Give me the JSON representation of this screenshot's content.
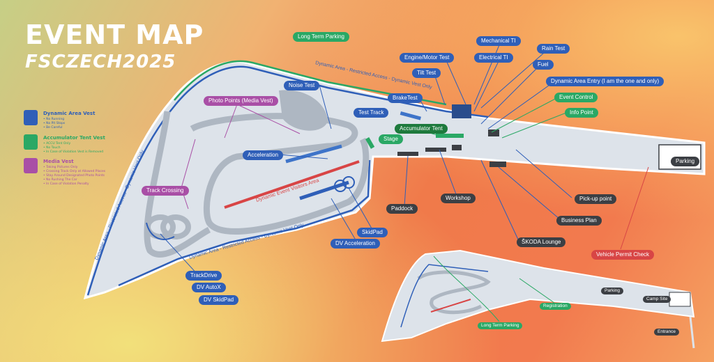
{
  "header": {
    "title": "EVENT MAP",
    "subtitle": "FSCZECH2025"
  },
  "legend": [
    {
      "title": "Dynamic Area Vest",
      "color": "#2f5fb8",
      "lines": [
        "• No Running",
        "• No Pit Stops",
        "• Be Careful"
      ]
    },
    {
      "title": "Accumulator Tent Vest",
      "color": "#2aa865",
      "lines": [
        "• ACCU Tent Only",
        "• No Touch",
        "• In Case of Violation Vest is Removed"
      ]
    },
    {
      "title": "Media Vest",
      "color": "#a94fa6",
      "lines": [
        "• Taking Pictures Only",
        "• Crossing Track Only at Allowed Places",
        "• Stay Around Designated Photo Points",
        "• No Rushing The Car",
        "• In Case of Violation Penalty"
      ]
    }
  ],
  "road_labels": {
    "top": "Dynamic Area - Restricted Access - Dynamic Vest Only",
    "left": "Dynamic Area - Restricted Access - Dynamic Vest Only",
    "bottom": "Dynamic Area - Restricted Access - Dynamic Vest Only",
    "visitors": "Dynamic Event Visitors Area"
  },
  "labels": {
    "long_term_parking": "Long Term Parking",
    "mechanical_ti": "Mechanical TI",
    "engine_motor_test": "Engine/Motor Test",
    "electrical_ti": "Electrical TI",
    "rain_test": "Rain Test",
    "tilt_test": "Tilt Test",
    "fuel": "Fuel",
    "dynamic_area_entry": "Dynamic Area Entry (I am the one and only)",
    "noise_test": "Noise Test",
    "brake_test": "BrakeTest",
    "event_control": "Event Control",
    "photo_points": "Photo Points (Media Vest)",
    "test_track": "Test Track",
    "info_point": "Info Point",
    "accumulator_tent": "Accumulator Tent",
    "stage": "Stage",
    "acceleration": "Acceleration",
    "parking": "Parking",
    "track_crossing": "Track Crossing",
    "pick_up_point": "Pick-up point",
    "workshop": "Workshop",
    "paddock": "Paddock",
    "business_plan": "Business Plan",
    "skidpad": "SkidPad",
    "skoda_lounge": "ŠKODA Lounge",
    "dv_acceleration": "DV Acceleration",
    "vehicle_permit_check": "Vehicle Permit Check",
    "trackdrive": "TrackDrive",
    "dv_autox": "DV AutoX",
    "dv_skidpad": "DV SkidPad"
  },
  "inset": {
    "parking": "Parking",
    "camp_site": "Camp Site",
    "registration": "Registration",
    "long_term_parking": "Long Term Parking",
    "entrance": "Entrance"
  },
  "colors": {
    "dynamic": "#2f5fb8",
    "media": "#a94fa6",
    "accumulator": "#2aa865",
    "permit": "#d84545",
    "venue": "#dde3ea",
    "track": "#aeb7c2"
  }
}
